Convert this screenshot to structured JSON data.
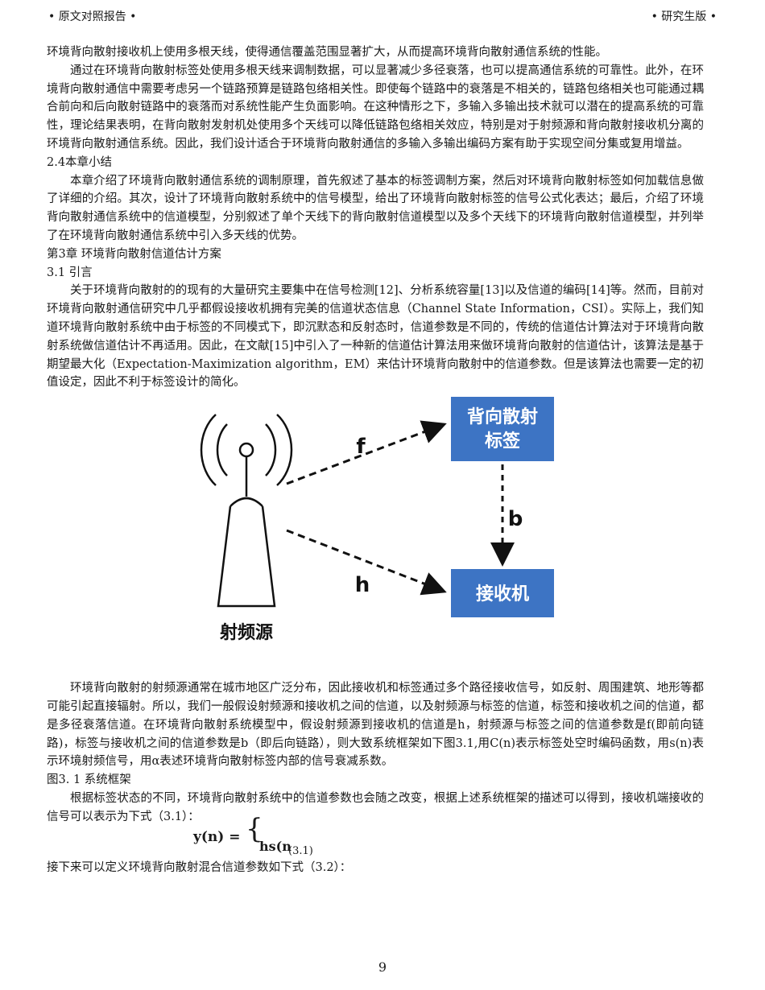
{
  "header": {
    "left": "• 原文对照报告 •",
    "right": "• 研究生版 •"
  },
  "paragraphs": {
    "p1": "环境背向散射接收机上使用多根天线，使得通信覆盖范围显著扩大，从而提高环境背向散射通信系统的性能。",
    "p2": "通过在环境背向散射标签处使用多根天线来调制数据，可以显著减少多径衰落，也可以提高通信系统的可靠性。此外，在环境背向散射通信中需要考虑另一个链路预算是链路包络相关性。即使每个链路中的衰落是不相关的，链路包络相关也可能通过耦合前向和后向散射链路中的衰落而对系统性能产生负面影响。在这种情形之下，多输入多输出技术就可以潜在的提高系统的可靠性，理论结果表明，在背向散射发射机处使用多个天线可以降低链路包络相关效应，特别是对于射频源和背向散射接收机分离的环境背向散射通信系统。因此，我们设计适合于环境背向散射通信的多输入多输出编码方案有助于实现空间分集或复用增益。",
    "h1": "2.4本章小结",
    "p3": "本章介绍了环境背向散射通信系统的调制原理，首先叙述了基本的标签调制方案，然后对环境背向散射标签如何加载信息做了详细的介绍。其次，设计了环境背向散射系统中的信号模型，给出了环境背向散射标签的信号公式化表达；最后，介绍了环境背向散射通信系统中的信道模型，分别叙述了单个天线下的背向散射信道模型以及多个天线下的环境背向散射信道模型，并列举了在环境背向散射通信系统中引入多天线的优势。",
    "h2": "第3章 环境背向散射信道估计方案",
    "h3": "3.1 引言",
    "p4": "关于环境背向散射的的现有的大量研究主要集中在信号检测[12]、分析系统容量[13]以及信道的编码[14]等。然而，目前对环境背向散射通信研究中几乎都假设接收机拥有完美的信道状态信息（Channel State Information，CSI）。实际上，我们知道环境背向散射系统中由于标签的不同模式下，即沉默态和反射态时，信道参数是不同的，传统的信道估计算法对于环境背向散射系统做信道估计不再适用。因此，在文献[15]中引入了一种新的信道估计算法用来做环境背向散射的信道估计，该算法是基于期望最大化（Expectation-Maximization algorithm，EM）来估计环境背向散射中的信道参数。但是该算法也需要一定的初值设定，因此不利于标签设计的简化。",
    "p5": "环境背向散射的射频源通常在城市地区广泛分布，因此接收机和标签通过多个路径接收信号，如反射、周围建筑、地形等都可能引起直接辐射。所以，我们一般假设射频源和接收机之间的信道，以及射频源与标签的信道，标签和接收机之间的信道，都是多径衰落信道。在环境背向散射系统模型中，假设射频源到接收机的信道是h，射频源与标签之间的信道参数是f(即前向链路)，标签与接收机之间的信道参数是b（即后向链路），则大致系统框架如下图3.1,用C(n)表示标签处空时编码函数，用s(n)表示环境射频信号，用α表述环境背向散射标签内部的信号衰减系数。",
    "caption": "图3. 1 系统框架",
    "p6": "根据标签状态的不同，环境背向散射系统中的信道参数也会随之改变，根据上述系统框架的描述可以得到，接收机端接收的信号可以表示为下式（3.1）：",
    "p7": "接下来可以定义环境背向散射混合信道参数如下式（3.2）："
  },
  "figure": {
    "tag_label_line1": "背向散射",
    "tag_label_line2": "标签",
    "receiver_label": "接收机",
    "source_label": "射频源",
    "link_f": "f",
    "link_b": "b",
    "link_h": "h",
    "box_color": "#3d74c4",
    "line_color": "#111111"
  },
  "equation": {
    "lhs": "y(n) =",
    "rhs": "hs(n",
    "number": "(3.1)"
  },
  "page_number": "9"
}
